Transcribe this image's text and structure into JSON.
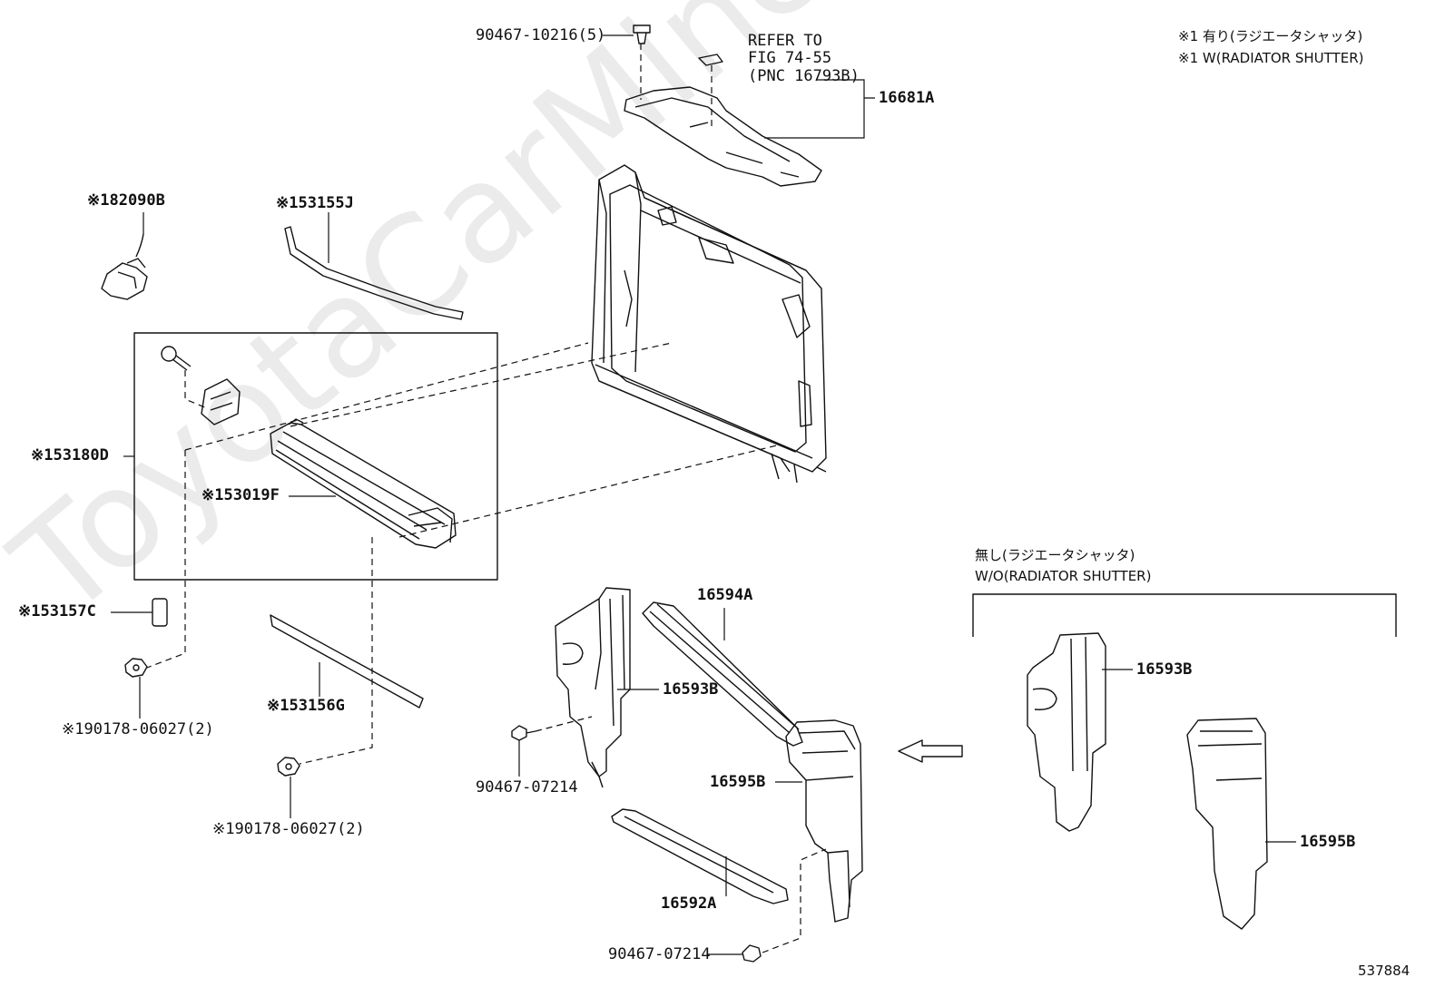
{
  "notes": {
    "legend_jp": "※1 有り(ラジエータシャッタ)",
    "legend_en": "※1 W(RADIATOR SHUTTER)",
    "refer_line1": "REFER TO",
    "refer_line2": "FIG 74-55",
    "refer_line3": "(PNC 16793B)",
    "wo_jp": "無し(ラジエータシャッタ)",
    "wo_en": "W/O(RADIATOR SHUTTER)",
    "diagram_id": "537884"
  },
  "watermark": "ToyotaCarMine.ru",
  "parts": {
    "p90467_10216": "90467-10216(5)",
    "p16681A": "16681A",
    "p82090B": "※182090B",
    "p53155J": "※153155J",
    "p53180D": "※153180D",
    "p53019F": "※153019F",
    "p53157C": "※153157C",
    "p90178_a": "※190178-06027(2)",
    "p53156G": "※153156G",
    "p90178_b": "※190178-06027(2)",
    "p16594A": "16594A",
    "p16593B_a": "16593B",
    "p90467_07214_a": "90467-07214",
    "p16595B_a": "16595B",
    "p16592A": "16592A",
    "p90467_07214_b": "90467-07214",
    "p16593B_b": "16593B",
    "p16595B_b": "16595B"
  }
}
